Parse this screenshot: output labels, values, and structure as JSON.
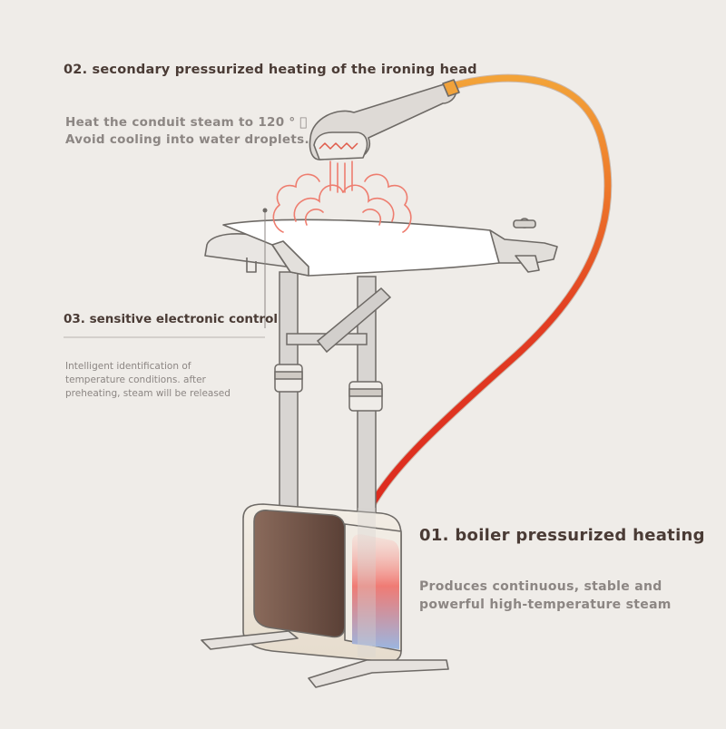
{
  "callouts": {
    "head": {
      "title": "02. secondary pressurized heating of the ironing head",
      "description": [
        "Heat the conduit steam to 120 ° ⃞",
        "Avoid cooling into water droplets."
      ]
    },
    "control": {
      "title": "03. sensitive electronic control",
      "description": [
        "Intelligent identification of",
        "temperature conditions. after",
        "preheating, steam will be released"
      ]
    },
    "boiler": {
      "title": "01. boiler pressurized heating",
      "description": [
        "Produces continuous, stable and",
        "powerful high-temperature steam"
      ]
    }
  },
  "colors": {
    "background": "#efece8",
    "heading_text": "#4a3b35",
    "body_text": "#8c8683",
    "hose_top": "#f19a2f",
    "hose_bottom": "#dd2a1e",
    "steam": "#ee7d6f",
    "boiler_panel": "#6b4f42",
    "device_outline": "#6e6a66"
  },
  "icons": [
    "ironing-head-icon",
    "steam-waves-icon",
    "steam-hose-icon",
    "boiler-icon"
  ]
}
